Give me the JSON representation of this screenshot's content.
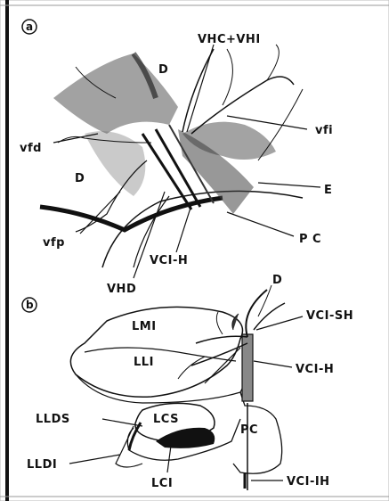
{
  "panels": {
    "a": {
      "tag": "a",
      "labels": {
        "vhc_vhi": "VHC+VHI",
        "d_top": "D",
        "vfi": "vfi",
        "vfd": "vfd",
        "d_left": "D",
        "e": "E",
        "vfp": "vfp",
        "pc": "P C",
        "vci_h": "VCI-H",
        "vhd": "VHD"
      }
    },
    "b": {
      "tag": "b",
      "labels": {
        "d": "D",
        "lmi": "LMI",
        "vci_sh": "VCI-SH",
        "lli": "LLI",
        "vci_h": "VCI-H",
        "llds": "LLDS",
        "lcs": "LCS",
        "pc": "PC",
        "lldi": "LLDI",
        "lci": "LCI",
        "vci_ih": "VCI-IH"
      }
    }
  }
}
